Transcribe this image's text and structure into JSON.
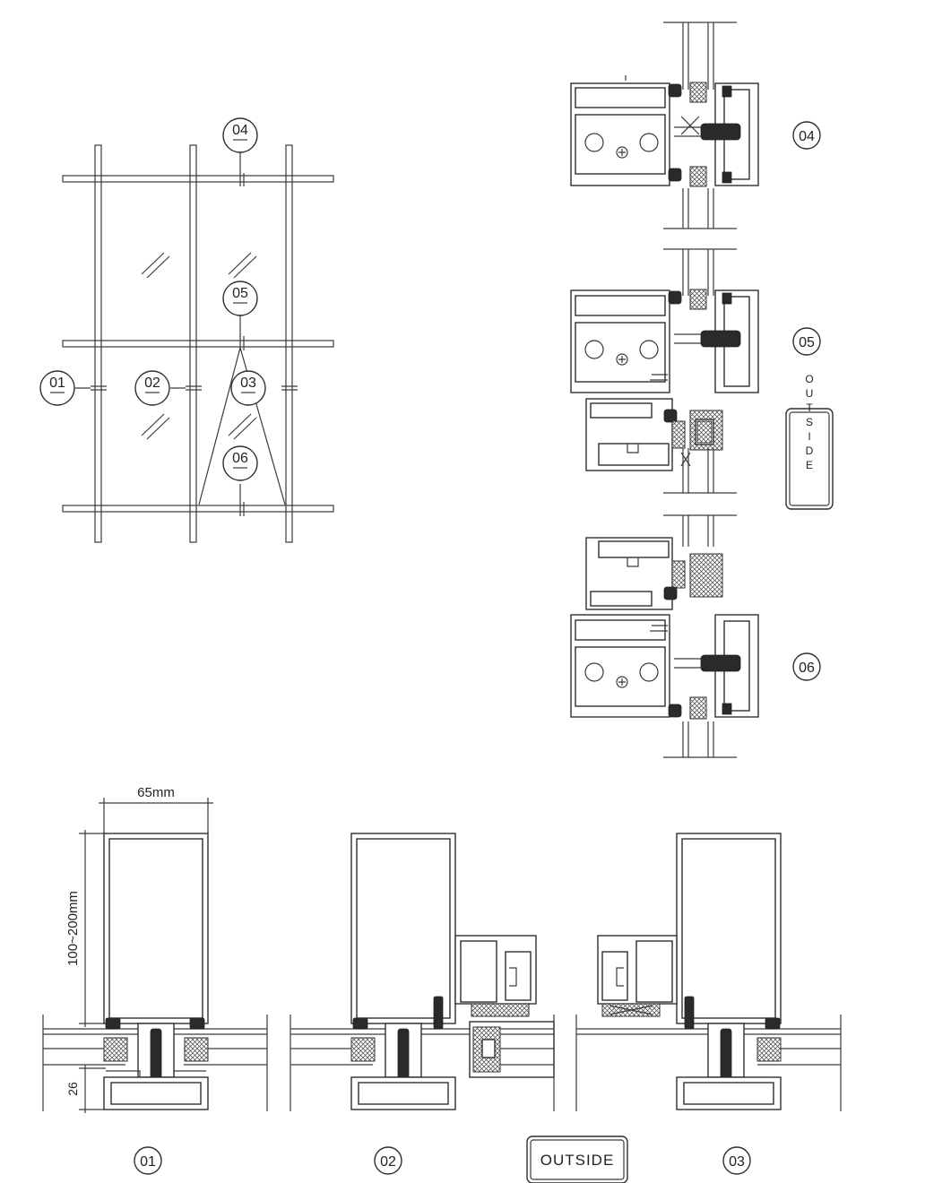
{
  "elevation": {
    "markers": [
      {
        "id": "01",
        "text": "01"
      },
      {
        "id": "02",
        "text": "02"
      },
      {
        "id": "03",
        "text": "03"
      },
      {
        "id": "04",
        "text": "04"
      },
      {
        "id": "05",
        "text": "05"
      },
      {
        "id": "06",
        "text": "06"
      }
    ]
  },
  "vertical_sections": {
    "labels": [
      "04",
      "05",
      "06"
    ],
    "outside_label": "OUTSIDE"
  },
  "horizontal_sections": {
    "dimension_width": "65mm",
    "dimension_depth": "100~200mm",
    "dimension_face": "26",
    "labels": [
      "01",
      "02",
      "03"
    ],
    "outside_label": "OUTSIDE"
  }
}
